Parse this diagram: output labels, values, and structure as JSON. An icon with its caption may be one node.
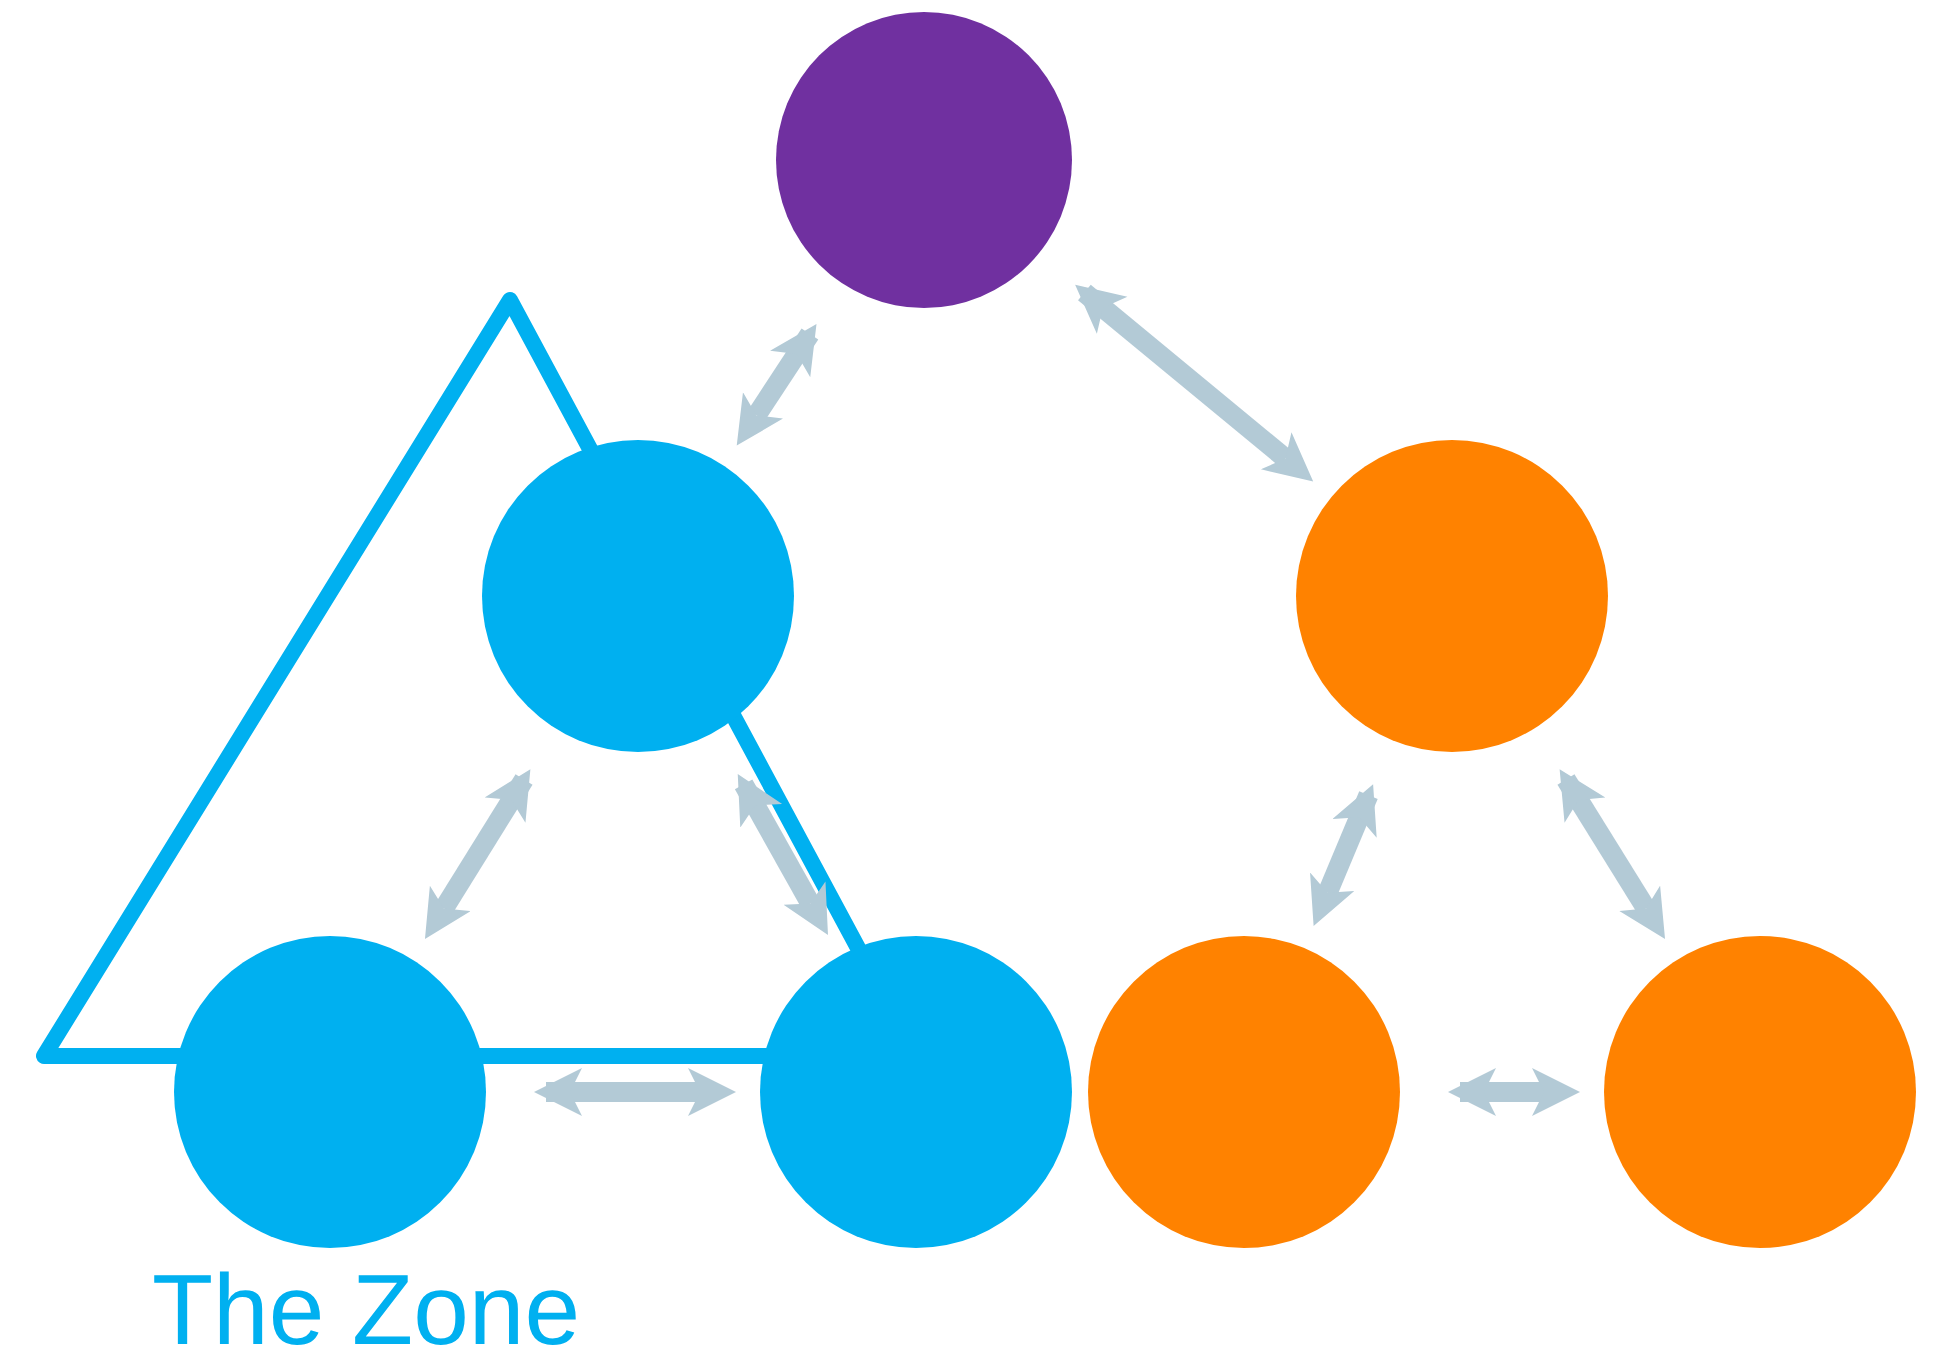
{
  "diagram": {
    "nodes": [
      {
        "text": [],
        "shape": "circle"
      },
      {
        "text": [],
        "shape": "circle"
      },
      {
        "text": [],
        "shape": "circle"
      },
      {
        "text": [],
        "shape": "circle"
      },
      {
        "text": [],
        "shape": "circle"
      },
      {
        "text": [],
        "shape": "circle"
      },
      {
        "text": [],
        "shape": "circle"
      }
    ],
    "edges": [
      {
        "from": 0,
        "to": 1,
        "arrow": "both"
      },
      {
        "from": 0,
        "to": 2,
        "arrow": "both"
      },
      {
        "from": 1,
        "to": 3,
        "arrow": "both"
      },
      {
        "from": 1,
        "to": 4,
        "arrow": "both"
      },
      {
        "from": 3,
        "to": 4,
        "arrow": "both"
      },
      {
        "from": 2,
        "to": 5,
        "arrow": "both"
      },
      {
        "from": 2,
        "to": 6,
        "arrow": "both"
      },
      {
        "from": 5,
        "to": 6,
        "arrow": "both"
      }
    ],
    "labels": [
      "The Zone"
    ]
  }
}
